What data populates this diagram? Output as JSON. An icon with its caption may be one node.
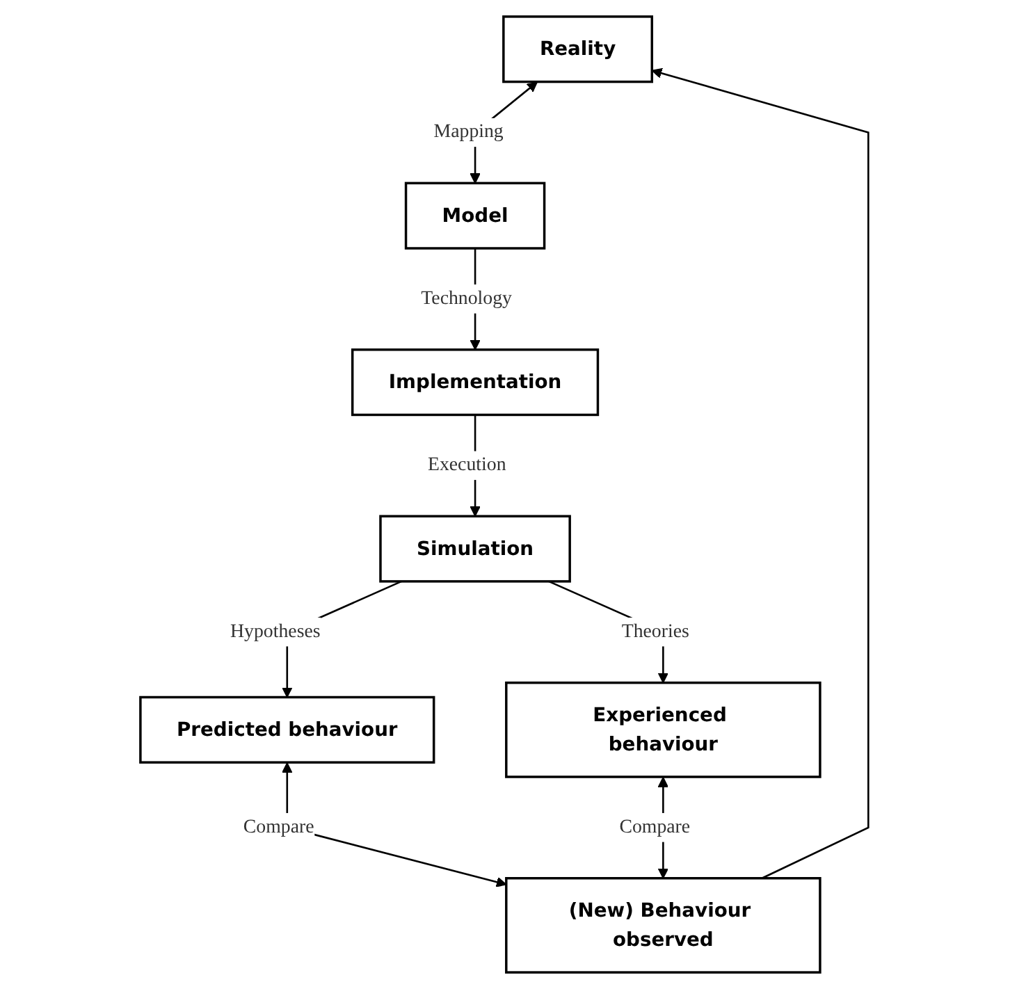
{
  "diagram": {
    "nodes": [
      {
        "text": [
          "Reality"
        ]
      },
      {
        "text": [
          "Model"
        ]
      },
      {
        "text": [
          "Implementation"
        ]
      },
      {
        "text": [
          "Simulation"
        ]
      },
      {
        "text": [
          "Predicted behaviour"
        ]
      },
      {
        "text": [
          "Experienced behaviour"
        ]
      },
      {
        "text": [
          "(New) Behaviour observed"
        ]
      }
    ],
    "edges": [
      {
        "from": 0,
        "to": 1,
        "arrow": "both",
        "label": "Mapping"
      },
      {
        "from": 1,
        "to": 2,
        "arrow": "to",
        "label": "Technology"
      },
      {
        "from": 2,
        "to": 3,
        "arrow": "to",
        "label": "Execution"
      },
      {
        "from": 3,
        "to": 4,
        "arrow": "to",
        "label": "Hypotheses"
      },
      {
        "from": 3,
        "to": 5,
        "arrow": "to",
        "label": "Theories"
      },
      {
        "from": 4,
        "to": 6,
        "arrow": "both",
        "label": "Compare"
      },
      {
        "from": 5,
        "to": 6,
        "arrow": "both",
        "label": "Compare"
      },
      {
        "from": 6,
        "to": 0,
        "arrow": "to"
      }
    ]
  }
}
